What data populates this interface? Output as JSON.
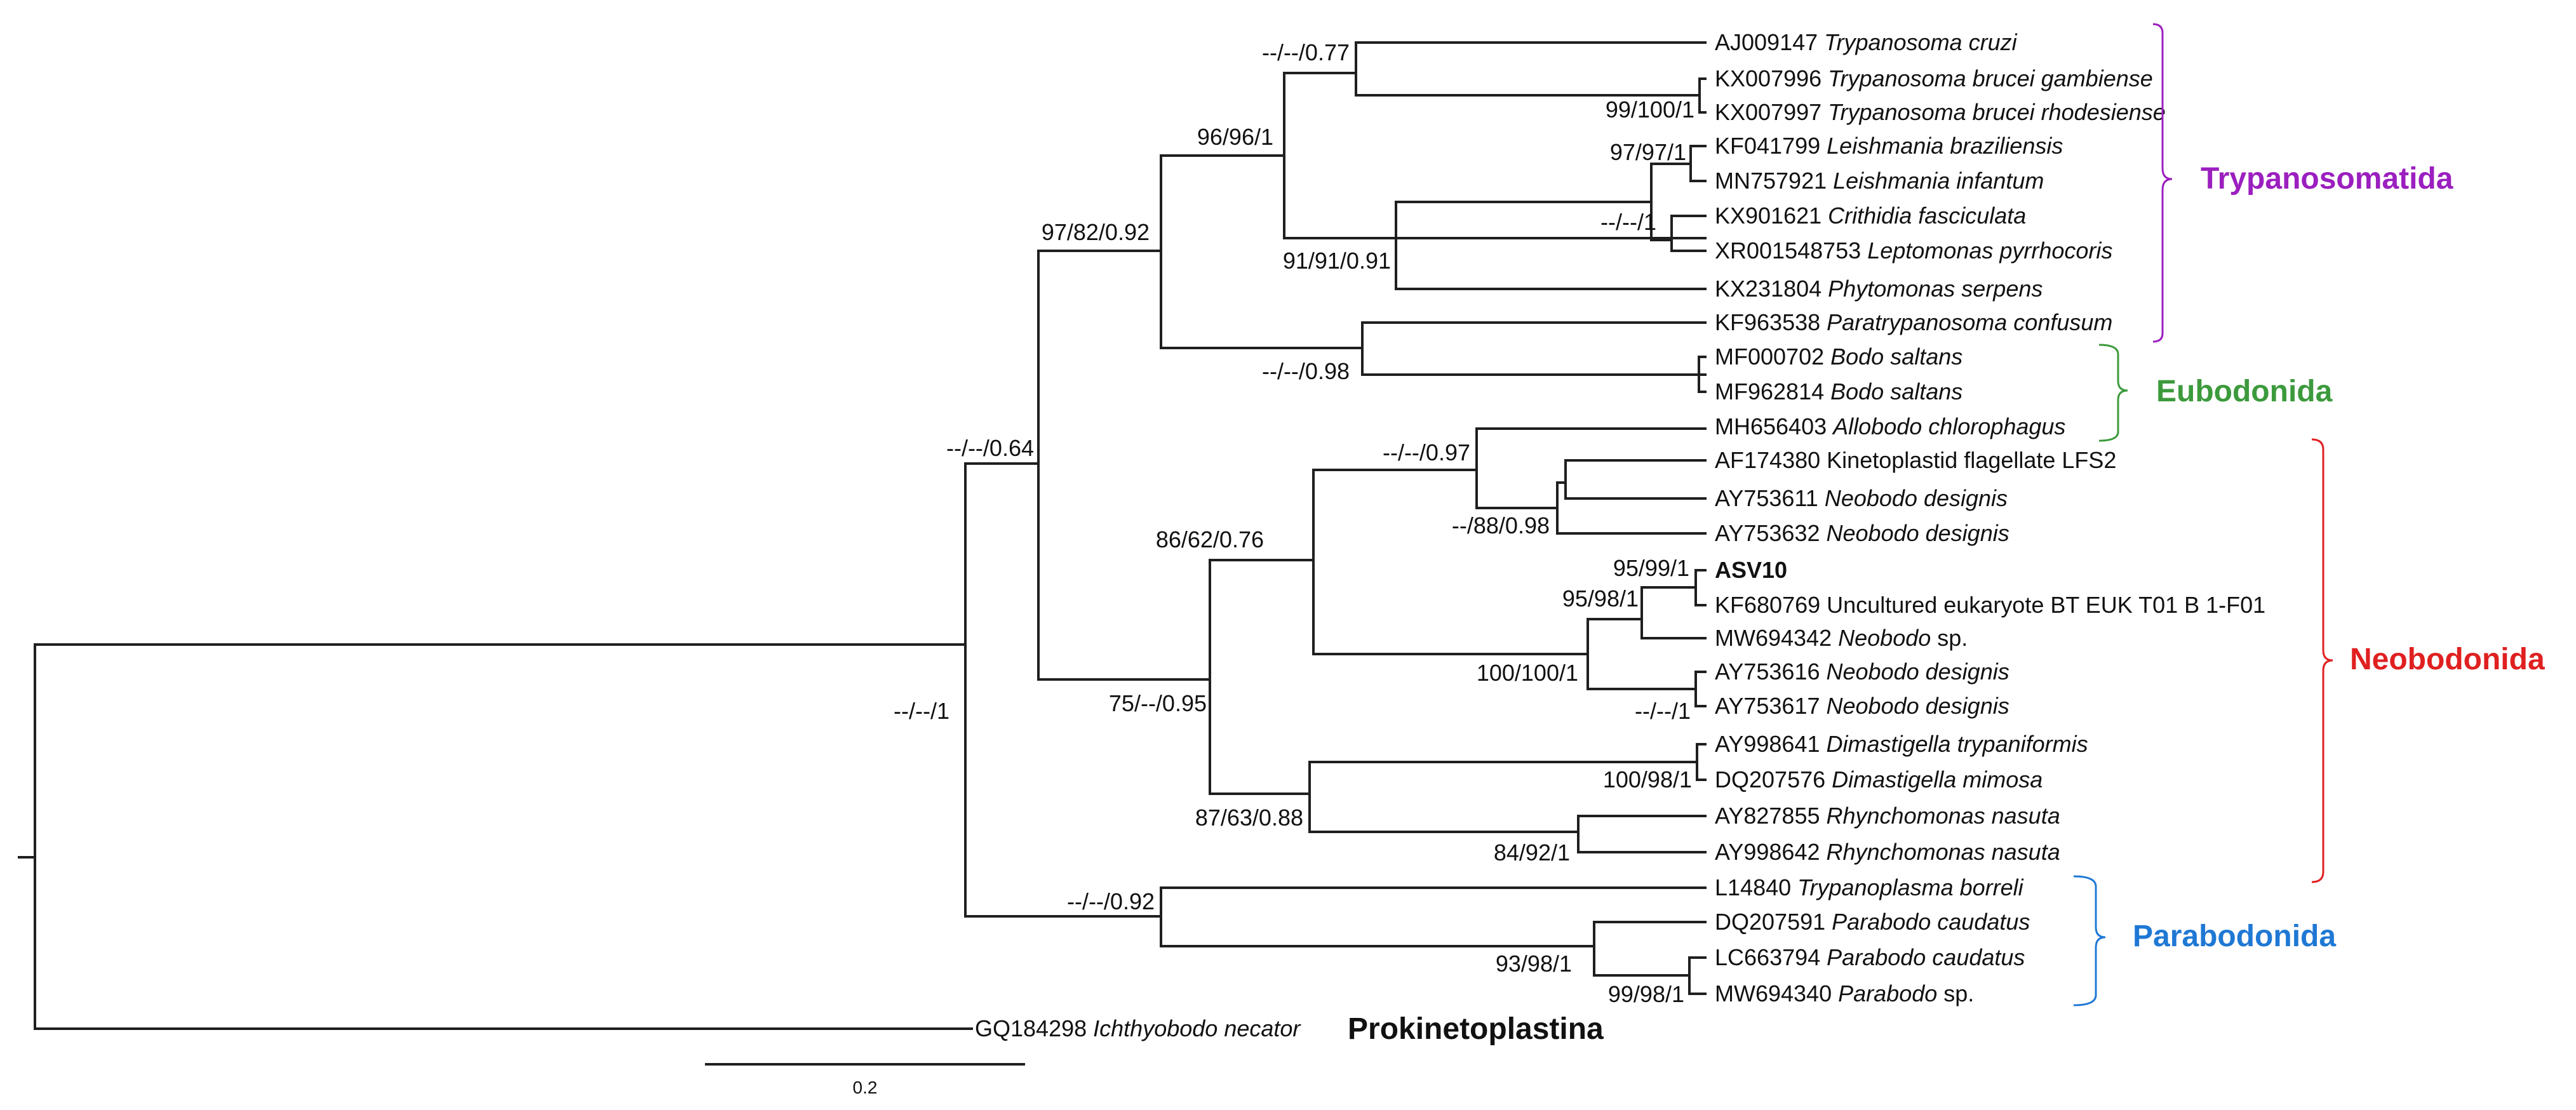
{
  "taxa": [
    {
      "acc": "AJ009147",
      "name": "Trypanosoma cruzi",
      "italic": true
    },
    {
      "acc": "KX007996",
      "name": "Trypanosoma brucei gambiense",
      "italic": true
    },
    {
      "acc": "KX007997",
      "name": "Trypanosoma brucei rhodesiense",
      "italic": true
    },
    {
      "acc": "KF041799",
      "name": "Leishmania braziliensis",
      "italic": true
    },
    {
      "acc": "MN757921",
      "name": "Leishmania infantum",
      "italic": true
    },
    {
      "acc": "KX901621",
      "name": "Crithidia fasciculata",
      "italic": true
    },
    {
      "acc": "XR001548753",
      "name": "Leptomonas pyrrhocoris",
      "italic": true
    },
    {
      "acc": "KX231804",
      "name": "Phytomonas serpens",
      "italic": true
    },
    {
      "acc": "KF963538",
      "name": "Paratrypanosoma confusum",
      "italic": true
    },
    {
      "acc": "MF000702",
      "name": "Bodo saltans",
      "italic": true
    },
    {
      "acc": "MF962814",
      "name": "Bodo saltans",
      "italic": true
    },
    {
      "acc": "MH656403",
      "name": "Allobodo chlorophagus",
      "italic": true
    },
    {
      "acc": "AF174380",
      "name": "Kinetoplastid flagellate LFS2",
      "italic": false
    },
    {
      "acc": "AY753611",
      "name": "Neobodo designis",
      "italic": true
    },
    {
      "acc": "AY753632",
      "name": "Neobodo designis",
      "italic": true
    },
    {
      "acc": "",
      "name": "ASV10",
      "italic": false,
      "highlight": true
    },
    {
      "acc": "KF680769",
      "name": "Uncultured eukaryote BT EUK T01 B 1-F01",
      "italic": false
    },
    {
      "acc": "MW694342",
      "name": "Neobodo",
      "suffix": "sp.",
      "italic": true
    },
    {
      "acc": "AY753616",
      "name": "Neobodo designis",
      "italic": true
    },
    {
      "acc": "AY753617",
      "name": "Neobodo designis",
      "italic": true
    },
    {
      "acc": "AY998641",
      "name": "Dimastigella trypaniformis",
      "italic": true
    },
    {
      "acc": "DQ207576",
      "name": "Dimastigella mimosa",
      "italic": true
    },
    {
      "acc": "AY827855",
      "name": "Rhynchomonas nasuta",
      "italic": true
    },
    {
      "acc": "AY998642",
      "name": "Rhynchomonas nasuta",
      "italic": true
    },
    {
      "acc": "L14840",
      "name": "Trypanoplasma borreli",
      "italic": true
    },
    {
      "acc": "DQ207591",
      "name": "Parabodo caudatus",
      "italic": true
    },
    {
      "acc": "LC663794",
      "name": "Parabodo caudatus",
      "italic": true
    },
    {
      "acc": "MW694340",
      "name": "Parabodo",
      "suffix": "sp.",
      "italic": true
    },
    {
      "acc": "GQ184298",
      "name": "Ichthyobodo necator",
      "italic": true
    }
  ],
  "supports": [
    "--/--/0.77",
    "99/100/1",
    "96/96/1",
    "97/97/1",
    "--/--/1",
    "91/91/0.91",
    "97/82/0.92",
    "--/--/0.98",
    "--/--/0.64",
    "--/--/0.97",
    "--/88/0.98",
    "95/99/1",
    "95/98/1",
    "100/100/1",
    "--/--/1",
    "86/62/0.76",
    "75/--/0.95",
    "100/98/1",
    "84/92/1",
    "87/63/0.88",
    "--/--/1",
    "--/--/0.92",
    "93/98/1",
    "99/98/1"
  ],
  "groups": [
    {
      "name": "Trypanosomatida",
      "color": "#9b1fbf"
    },
    {
      "name": "Eubodonida",
      "color": "#3c9a3c"
    },
    {
      "name": "Neobodonida",
      "color": "#e02020"
    },
    {
      "name": "Parabodonida",
      "color": "#1f78d4"
    }
  ],
  "outgroup_label": "Prokinetoplastina",
  "highlight_color": "#e02020",
  "scale_bar": {
    "label": "0.2"
  }
}
